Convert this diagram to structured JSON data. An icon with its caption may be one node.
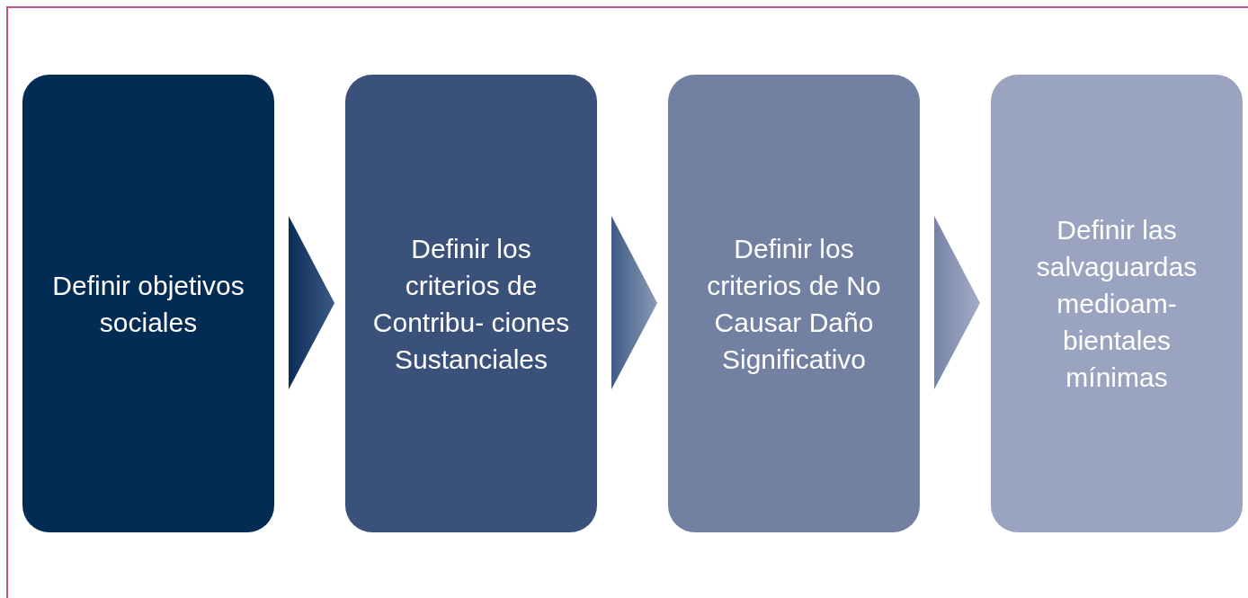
{
  "diagram": {
    "nodes": [
      {
        "text": [
          "Definir objetivos sociales"
        ]
      },
      {
        "text": [
          "Definir los criterios de Contribu- ciones Sustanciales"
        ]
      },
      {
        "text": [
          "Definir los criterios de No Causar Daño Significativo"
        ]
      },
      {
        "text": [
          "Definir las salvaguardas medioam- bientales mínimas"
        ]
      }
    ],
    "edges": [
      {
        "from": 0,
        "to": 1,
        "arrow": "to"
      },
      {
        "from": 1,
        "to": 2,
        "arrow": "to"
      },
      {
        "from": 2,
        "to": 3,
        "arrow": "to"
      }
    ]
  }
}
